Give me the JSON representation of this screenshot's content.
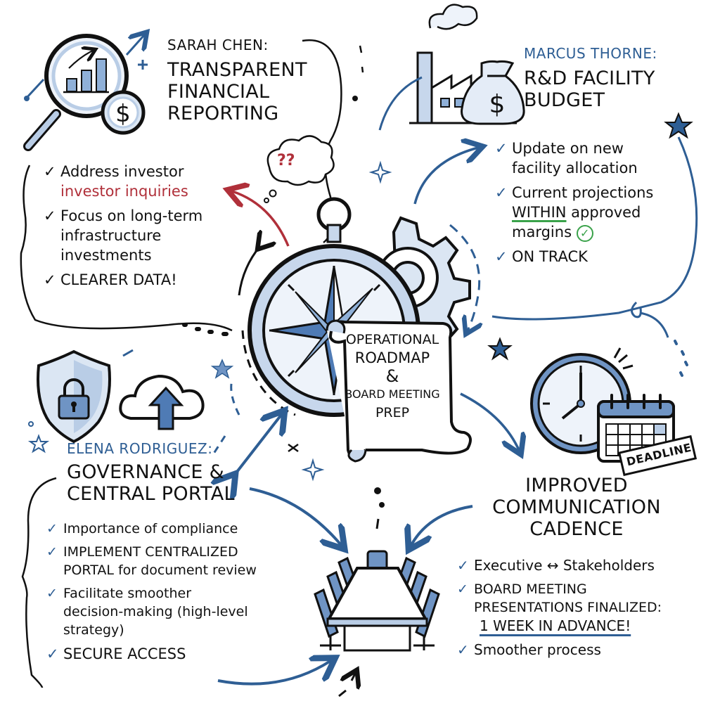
{
  "center": {
    "title_lines": [
      "OPERATIONAL",
      "ROADMAP",
      "&",
      "BOARD MEETING",
      "PREP"
    ],
    "icons": [
      "compass-icon",
      "gear-icon",
      "scroll-icon"
    ]
  },
  "sarah": {
    "name": "SARAH CHEN:",
    "title_lines": [
      "TRANSPARENT",
      "FINANCIAL",
      "REPORTING"
    ],
    "icon": "magnifier-chart-dollar-icon",
    "items": [
      {
        "line1": "Address investor",
        "line2": "investor inquiries",
        "line2_color": "#b0303a"
      },
      {
        "line1": "Focus on long-term",
        "line2": "infrastructure",
        "line3": "investments"
      },
      {
        "line1": "CLEARER DATA!"
      }
    ],
    "thought_bubble": "??"
  },
  "marcus": {
    "name": "MARCUS THORNE:",
    "title_lines": [
      "R&D FACILITY",
      "BUDGET"
    ],
    "icon": "factory-money-bag-icon",
    "items": [
      {
        "line1": "Update on new",
        "line2": "facility allocation"
      },
      {
        "line1": "Current projections",
        "line2_emph": "WITHIN",
        "line2_rest": " approved",
        "line3": "margins"
      },
      {
        "line1": "ON TRACK"
      }
    ]
  },
  "elena": {
    "name": "ELENA RODRIGUEZ:",
    "title_lines": [
      "GOVERNANCE &",
      "CENTRAL PORTAL"
    ],
    "icons": [
      "shield-lock-icon",
      "cloud-upload-icon"
    ],
    "items": [
      {
        "line1": "Importance of compliance"
      },
      {
        "line1": "IMPLEMENT CENTRALIZED",
        "line2": "PORTAL for document review"
      },
      {
        "line1": "Facilitate smoother",
        "line2": "decision-making (high-level",
        "line3": "strategy)"
      },
      {
        "line1": "SECURE ACCESS"
      }
    ]
  },
  "cadence": {
    "title_lines": [
      "IMPROVED",
      "COMMUNICATION",
      "CADENCE"
    ],
    "icons": [
      "clock-icon",
      "calendar-icon"
    ],
    "deadline_label": "DEADLINE",
    "items": [
      {
        "line1": "Executive ↔ Stakeholders"
      },
      {
        "line1": "BOARD MEETING",
        "line2": "PRESENTATIONS FINALIZED:",
        "line3": "1 WEEK IN ADVANCE!"
      },
      {
        "line1": "Smoother process"
      }
    ]
  },
  "meeting_table_icon": "conference-table-icon",
  "colors": {
    "ink": "#111111",
    "accent_blue": "#2e5e94",
    "light_blue": "#b9cde6",
    "mid_blue": "#6f94c4",
    "red": "#b0303a",
    "green": "#3aa24a"
  }
}
